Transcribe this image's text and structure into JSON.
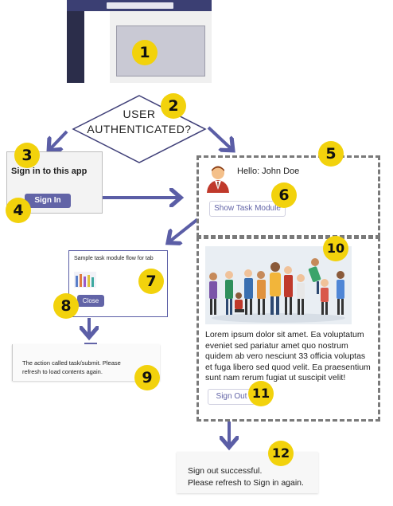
{
  "colors": {
    "accent": "#6264a7",
    "badge": "#f2d20c",
    "teams_bar": "#3b3f73",
    "teams_rail": "#2b2d4a"
  },
  "badges": [
    "1",
    "2",
    "3",
    "4",
    "5",
    "6",
    "7",
    "8",
    "9",
    "10",
    "11",
    "12"
  ],
  "decision": {
    "line1": "USER",
    "line2": "AUTHENTICATED?"
  },
  "signin": {
    "title": "Sign in to this app",
    "button": "Sign In"
  },
  "hello": {
    "greeting": "Hello: John Doe",
    "button": "Show Task Module"
  },
  "task_module": {
    "title": "Sample task module flow for tab",
    "button": "Close"
  },
  "action_msg": {
    "text": "The action called task/submit. Please refresh to load contents again."
  },
  "content": {
    "paragraph": "Lorem ipsum dolor sit amet. Ea voluptatum eveniet sed pariatur amet quo nostrum quidem ab vero nesciunt 33 officia voluptas et fuga libero sed quod velit. Ea praesentium sunt nam rerum fugiat ut suscipit velit!",
    "button": "Sign Out"
  },
  "signout_msg": {
    "line1": "Sign out successful.",
    "line2": "Please refresh to Sign in again."
  }
}
